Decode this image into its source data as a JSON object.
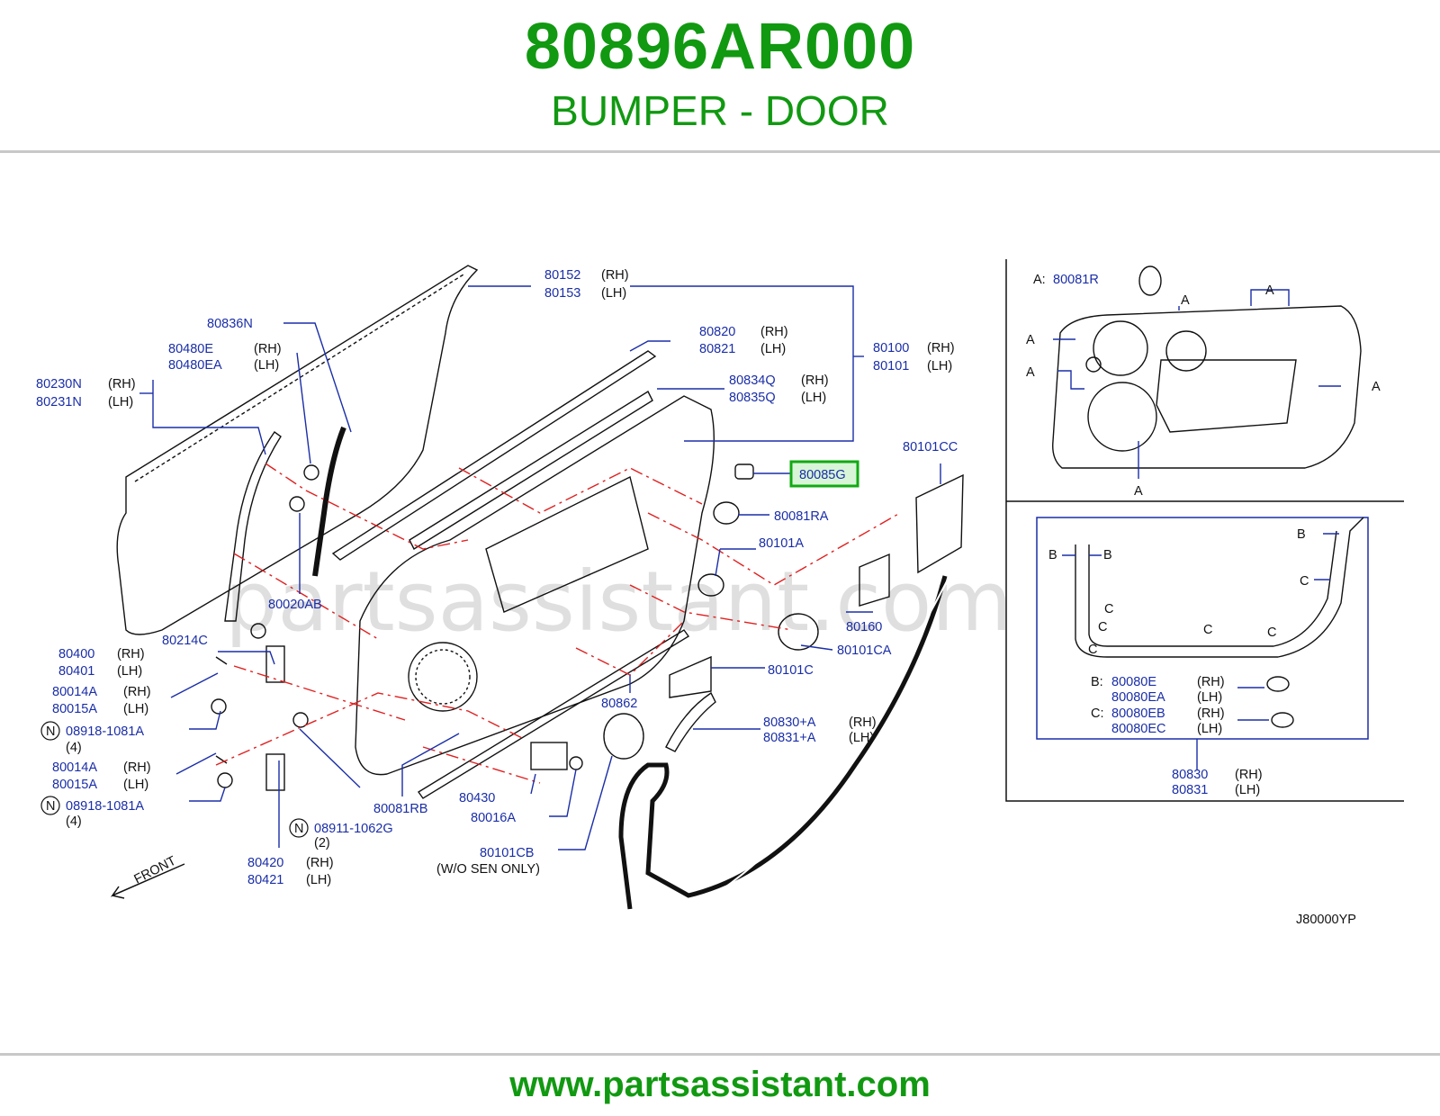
{
  "header": {
    "part_number": "80896AR000",
    "description": "BUMPER - DOOR"
  },
  "footer": {
    "website": "www.partsassistant.com"
  },
  "watermark": "partsassistant.com",
  "diagram_code": "J80000YP",
  "highlight_color": "#11aa11",
  "callouts": {
    "p80152": "80152",
    "p80153": "80153",
    "p80836N": "80836N",
    "p80480E": "80480E",
    "p80480EA": "80480EA",
    "p80230N": "80230N",
    "p80231N": "80231N",
    "p80820": "80820",
    "p80821": "80821",
    "p80834Q": "80834Q",
    "p80835Q": "80835Q",
    "p80100": "80100",
    "p80101": "80101",
    "p80085G": "80085G",
    "p80101CC": "80101CC",
    "p80081RA": "80081RA",
    "p80101A": "80101A",
    "p80020AB": "80020AB",
    "p80160": "80160",
    "p80214C": "80214C",
    "p80101CA": "80101CA",
    "p80400": "80400",
    "p80401": "80401",
    "p80101C": "80101C",
    "p80014A_1": "80014A",
    "p80015A_1": "80015A",
    "p80862": "80862",
    "p08918_1": "08918-1081A",
    "qty_1": "(4)",
    "p80830A": "80830+A",
    "p80831A": "80831+A",
    "p80014A_2": "80014A",
    "p80015A_2": "80015A",
    "p80430": "80430",
    "p80081RB": "80081RB",
    "p08918_2": "08918-1081A",
    "qty_2": "(4)",
    "p80016A": "80016A",
    "p08911": "08911-1062G",
    "qty_3": "(2)",
    "p80101CB": "80101CB",
    "wo_sen": "(W/O    SEN    ONLY)",
    "p80420": "80420",
    "p80421": "80421",
    "front": "FRONT",
    "nut_symbol": "N",
    "rh": "(RH)",
    "lh": "(LH)"
  },
  "inset_a": {
    "prefix": "A:",
    "part": "80081R",
    "marker": "A"
  },
  "inset_bc": {
    "marker_b": "B",
    "marker_c": "C",
    "b_prefix": "B:",
    "b_rh": "80080E",
    "b_lh": "80080EA",
    "c_prefix": "C:",
    "c_rh": "80080EB",
    "c_lh": "80080EC",
    "main_rh": "80830",
    "main_lh": "80831"
  }
}
